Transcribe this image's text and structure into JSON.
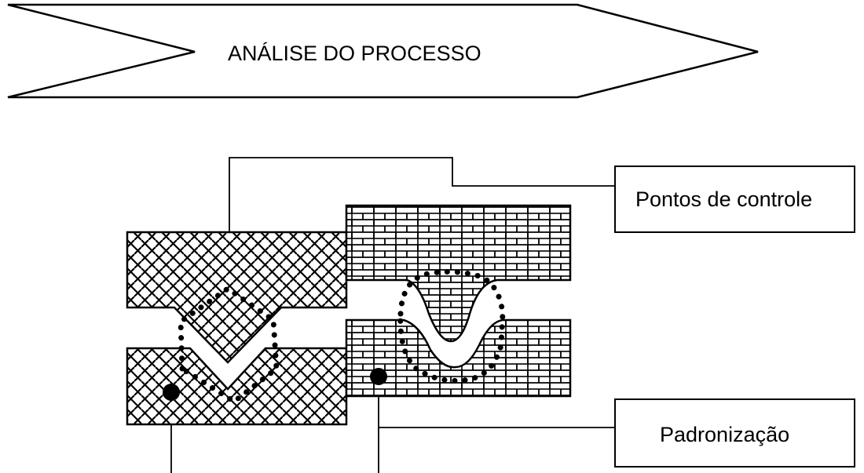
{
  "header": {
    "title": "ANÁLISE DO PROCESSO"
  },
  "labels": {
    "control_points": "Pontos de controle",
    "standardization": "Padronização"
  },
  "colors": {
    "ink": "#000000",
    "paper": "#ffffff"
  },
  "icons": {
    "left_block": "herringbone-pattern-die",
    "right_block": "brick-pattern-die",
    "marker": "filled-dot"
  }
}
